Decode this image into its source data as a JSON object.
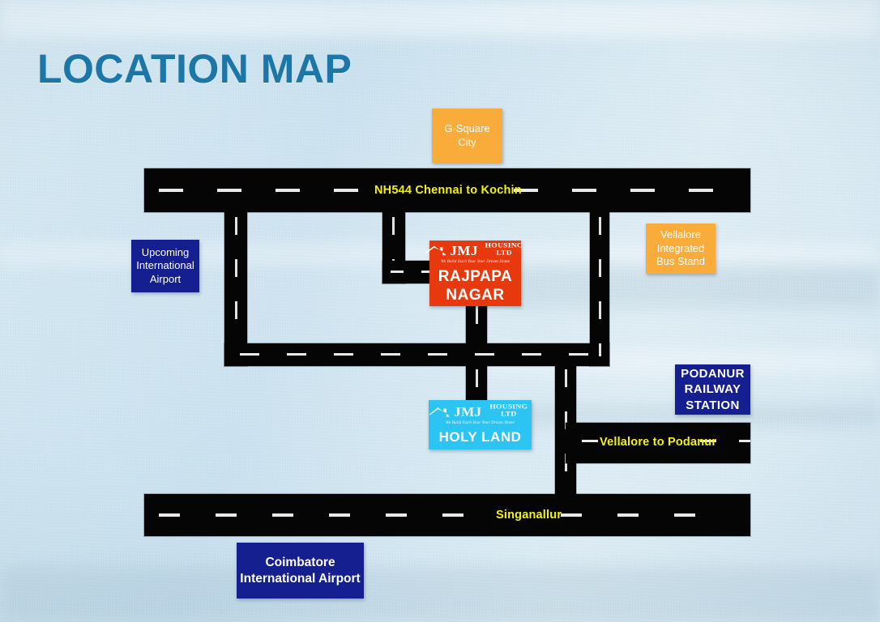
{
  "page": {
    "title": "LOCATION MAP",
    "title_color": "#1c77a8",
    "background_color": "#d6e8f2"
  },
  "brand": {
    "word": "JMJ",
    "suffix": "HOUSING LTD",
    "tagline": "We Build Each Your Your Dream Home",
    "logo_icon": "house-roof-icon"
  },
  "roads": {
    "nh544": {
      "label": "NH544 Chennai to Kochin",
      "label_color": "#f2f20c"
    },
    "vellalore_podanur": {
      "label": "Vellalore to Podanur",
      "label_color": "#f2f20c"
    },
    "singanallur": {
      "label": "Singanallur",
      "label_color": "#f2f20c"
    }
  },
  "places": {
    "g_square": {
      "lines": [
        "G-Square",
        "City"
      ],
      "color": "#f9ac39"
    },
    "upcoming_airport": {
      "lines": [
        "Upcoming",
        "International",
        "Airport"
      ],
      "color": "#151f8f"
    },
    "vellalore_bus_stand": {
      "lines": [
        "Vellalore",
        "Integrated",
        "Bus Stand"
      ],
      "color": "#f9ac39"
    },
    "podanur_railway": {
      "lines": [
        "PODANUR",
        "RAILWAY",
        "STATION"
      ],
      "color": "#151f8f"
    },
    "coimbatore_airport": {
      "lines": [
        "Coimbatore",
        "International Airport"
      ],
      "color": "#151f8f"
    },
    "rajpapa_nagar": {
      "lines": [
        "RAJPAPA",
        "NAGAR"
      ],
      "color": "#e8380d"
    },
    "holy_land": {
      "lines": [
        "HOLY LAND"
      ],
      "color": "#2bc4f3"
    }
  }
}
